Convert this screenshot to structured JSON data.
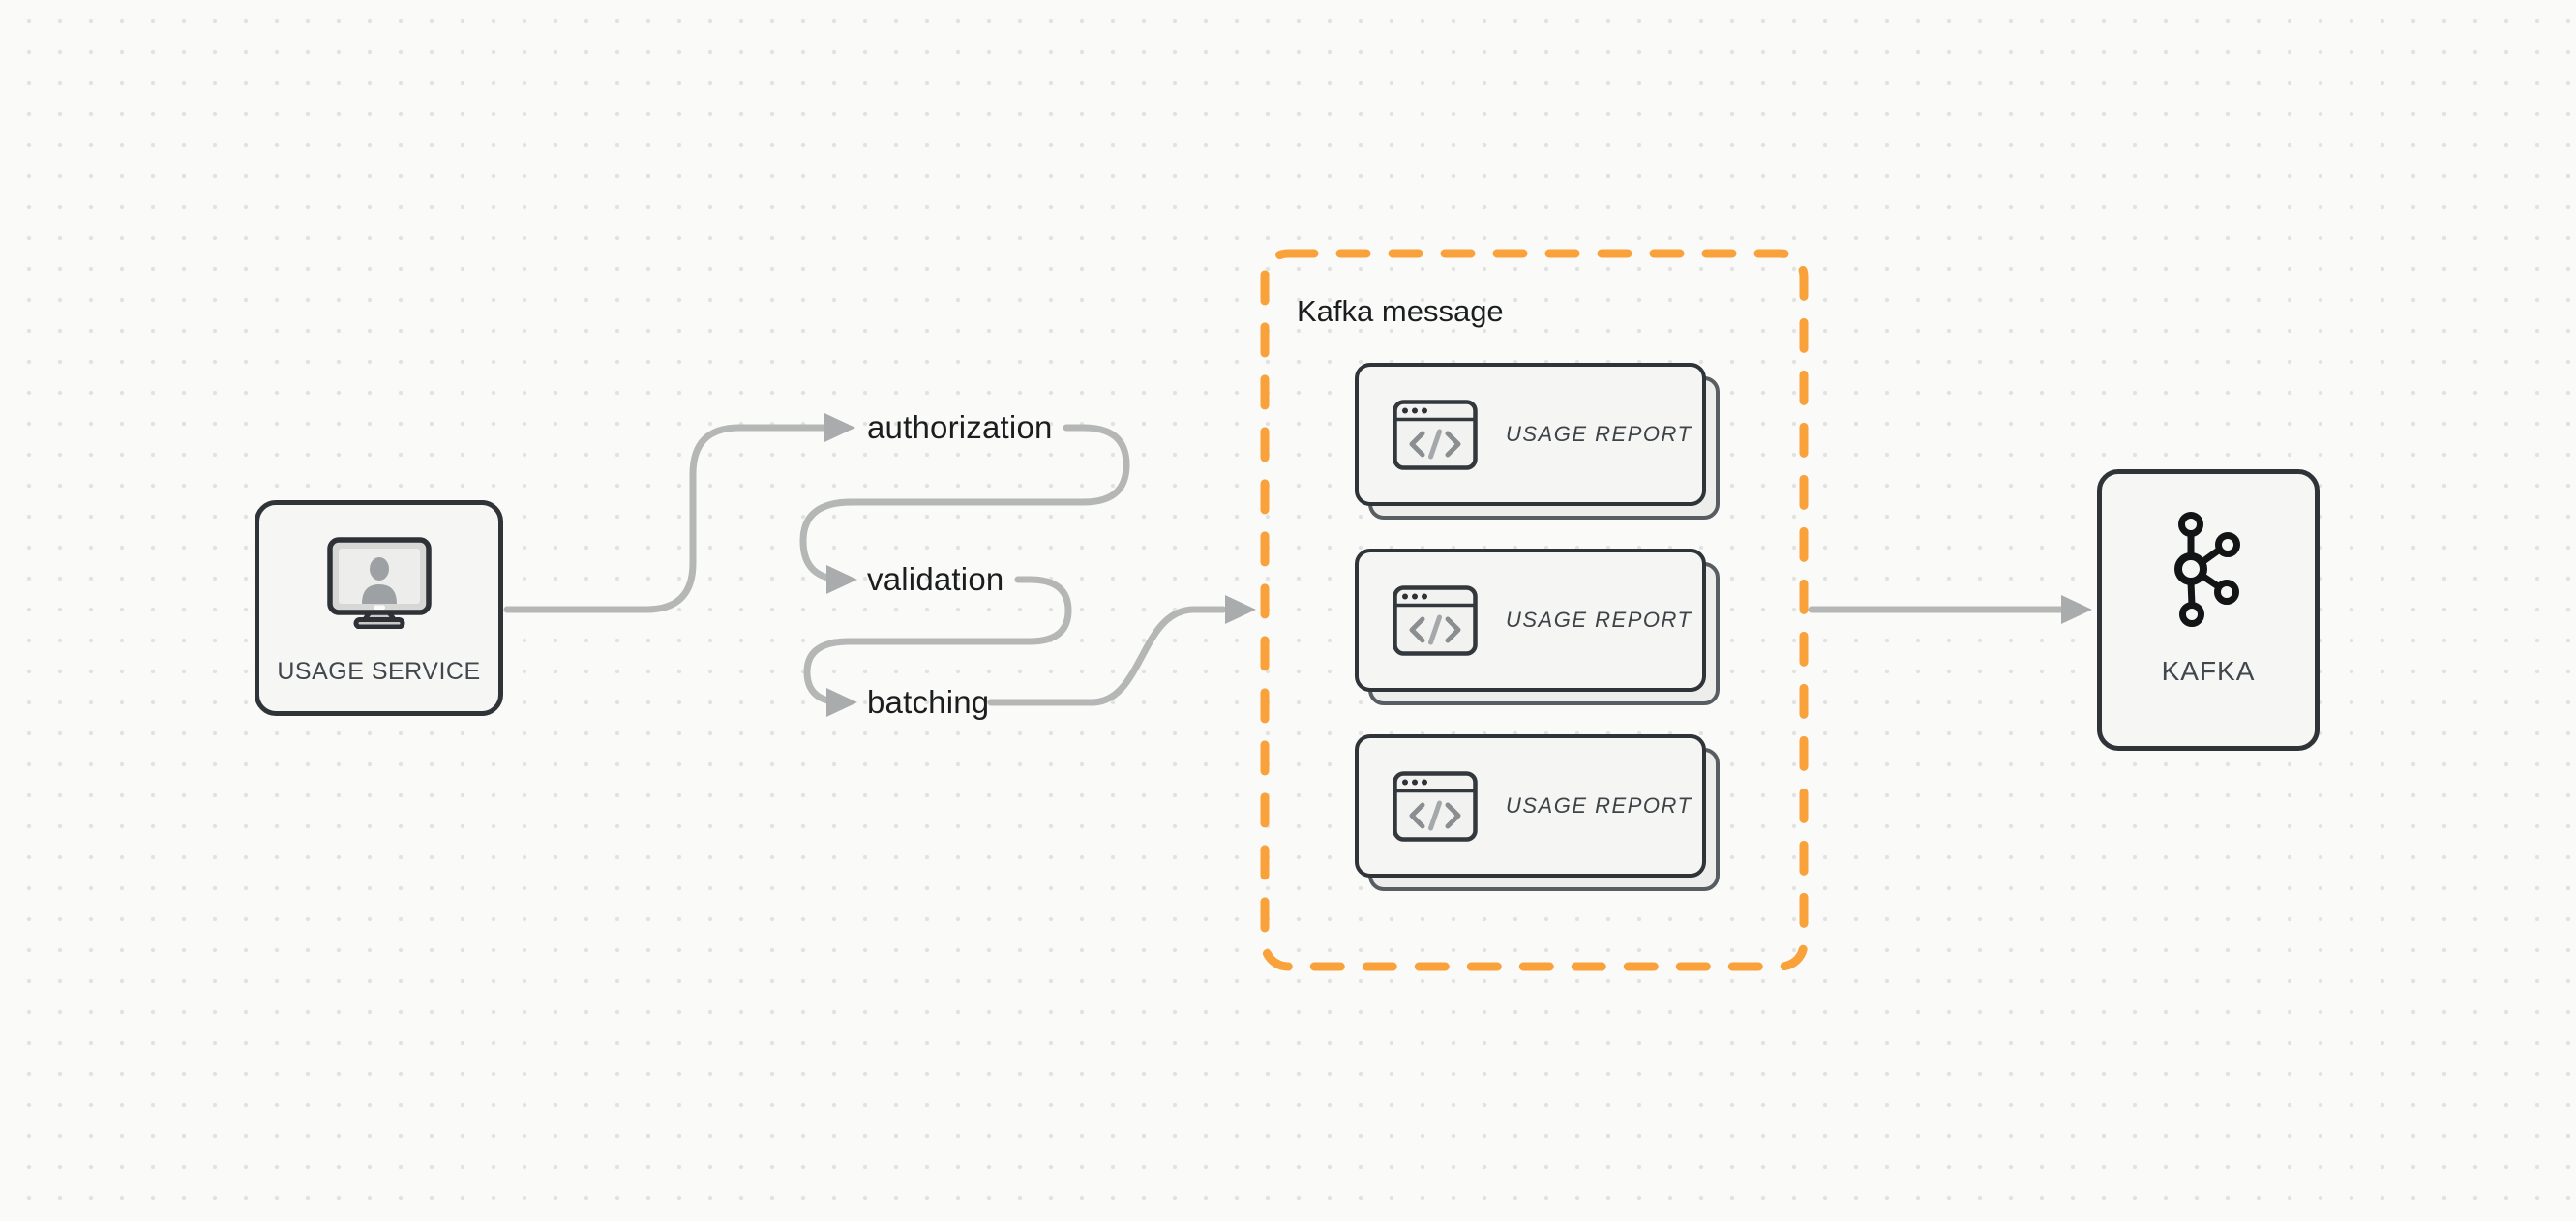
{
  "diagram": {
    "source_node": {
      "label": "USAGE SERVICE",
      "icon": "monitor-user-icon"
    },
    "pipeline_steps": [
      {
        "label": "authorization"
      },
      {
        "label": "validation"
      },
      {
        "label": "batching"
      }
    ],
    "message_group": {
      "title": "Kafka message",
      "cards": [
        {
          "label": "USAGE REPORT",
          "icon": "code-window-icon"
        },
        {
          "label": "USAGE REPORT",
          "icon": "code-window-icon"
        },
        {
          "label": "USAGE REPORT",
          "icon": "code-window-icon"
        }
      ]
    },
    "target_node": {
      "label": "KAFKA",
      "icon": "kafka-logo-icon"
    }
  },
  "colors": {
    "background": "#FAFAF8",
    "dot_grid": "#E2E2E0",
    "connector": "#B5B6B6",
    "arrowhead": "#A9ABAC",
    "accent_orange": "#F9A13B",
    "border_dark": "#2F3438",
    "node_background": "#F6F7F5",
    "label_gray": "#42474D",
    "text_dark": "#1B1D1F",
    "report_text": "#3E4347"
  }
}
